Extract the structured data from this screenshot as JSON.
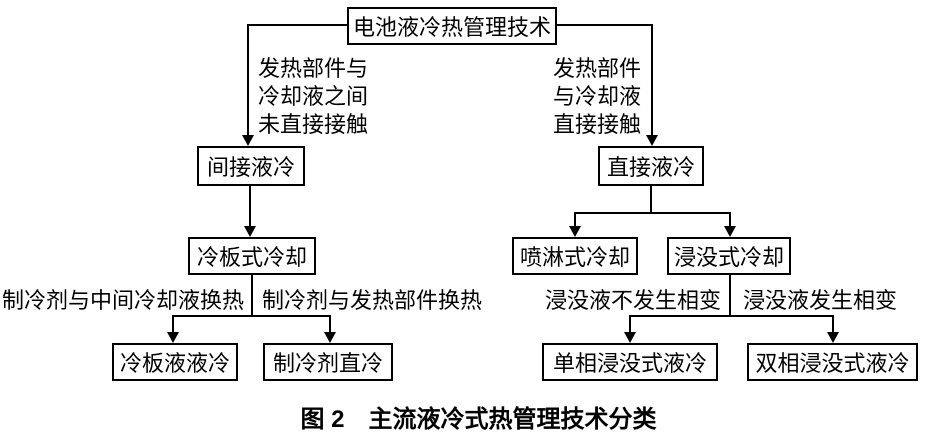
{
  "colors": {
    "line": "#000000",
    "background": "#ffffff",
    "text": "#000000"
  },
  "tree": {
    "root": {
      "label": "电池液冷热管理技术"
    },
    "branches": [
      {
        "condition": "发热部件与\n冷却液之间\n未直接接触",
        "node": "间接液冷",
        "child": {
          "node": "冷板式冷却",
          "branches": [
            {
              "condition": "制冷剂与中间冷却液换热",
              "node": "冷板液液冷"
            },
            {
              "condition": "制冷剂与发热部件换热",
              "node": "制冷剂直冷"
            }
          ]
        }
      },
      {
        "condition": "发热部件\n与冷却液\n直接接触",
        "node": "直接液冷",
        "children": [
          {
            "node": "喷淋式冷却"
          },
          {
            "node": "浸没式冷却",
            "branches": [
              {
                "condition": "浸没液不发生相变",
                "node": "单相浸没式液冷"
              },
              {
                "condition": "浸没液发生相变",
                "node": "双相浸没式液冷"
              }
            ]
          }
        ]
      }
    ]
  },
  "caption": "图 2　主流液冷式热管理技术分类"
}
